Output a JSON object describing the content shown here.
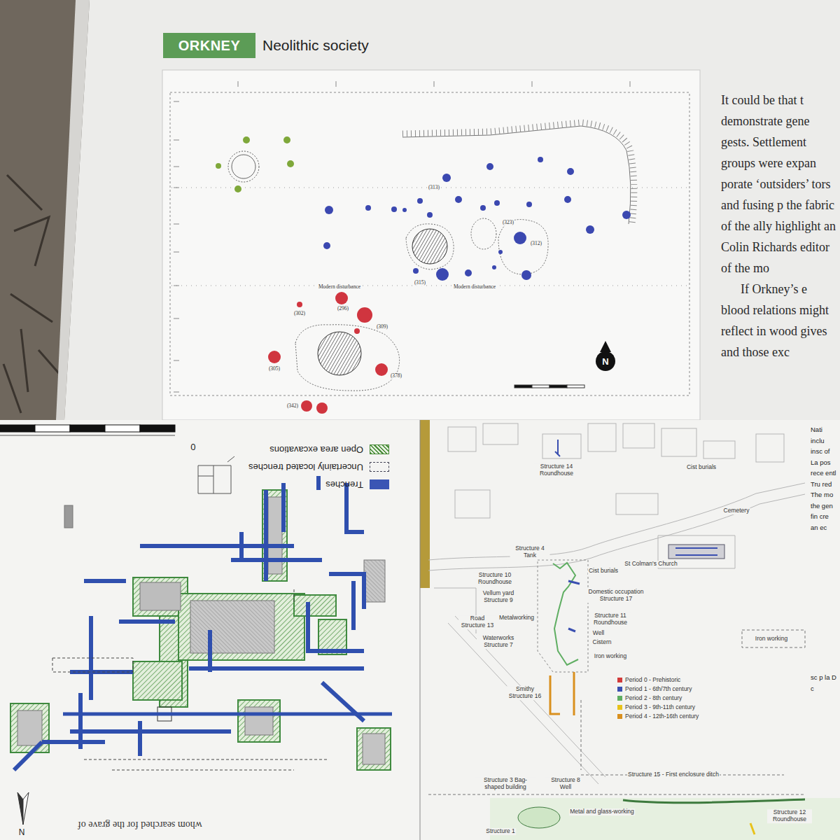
{
  "diagram": {
    "nodes": [
      {
        "text": [
          "ORKNEY"
        ]
      }
    ],
    "labels": [
      "Neolithic society",
      "Modern disturbance",
      "(302)",
      "(296)",
      "(309)",
      "(305)",
      "(378)",
      "(342)",
      "Modern disturbance",
      "(313)",
      "(323)",
      "(312)",
      "(315)",
      "N",
      "It could be that t demonstrate gene gests. Settlement groups were expan porate ‘outsiders’ tors and fusing p the fabric of the ally highlight an Colin Richards editor of the mo",
      "If Orkney’s e blood relations might reflect in wood gives and those exc",
      "0",
      "N",
      "whom searched for the grave of",
      "Structure 14 Roundhouse",
      "Cist burials",
      "Cemetery",
      "St Colman's Church",
      "Structure 4 Tank",
      "Cist burials",
      "Structure 10 Roundhouse",
      "Vellum yard Structure 9",
      "Domestic occupation Structure 17",
      "Road Structure 13",
      "Metalworking",
      "Structure 11 Roundhouse",
      "Well",
      "Cistern",
      "Waterworks Structure 7",
      "Iron working",
      "Iron working",
      "Smithy Structure 16",
      "Structure 3 Bag-shaped building",
      "Structure 8 Well",
      "Structure 15 - First enclosure ditch",
      "Metal and glass-working",
      "Structure 12 Roundhouse",
      "Structure 1",
      "Nati inclu insc of La pos rece entl Tru red The mo the gen fin cre an ec",
      "sc p la D c"
    ],
    "legend": [
      {
        "text": "Open area excavations"
      },
      {
        "text": "Uncertainly located trenches"
      },
      {
        "text": "Trenches",
        "color": "#3a55b4"
      },
      {
        "text": "Period 0 - Prehistoric",
        "color": "#d23a3a"
      },
      {
        "text": "Period 1 - 6th/7th century",
        "color": "#3a4fb0"
      },
      {
        "text": "Period 2 - 8th century",
        "color": "#5fae62"
      },
      {
        "text": "Period 3 - 9th-11th century",
        "color": "#e8c21a"
      },
      {
        "text": "Period 4 - 12th-16th century",
        "color": "#d9901e"
      }
    ]
  }
}
